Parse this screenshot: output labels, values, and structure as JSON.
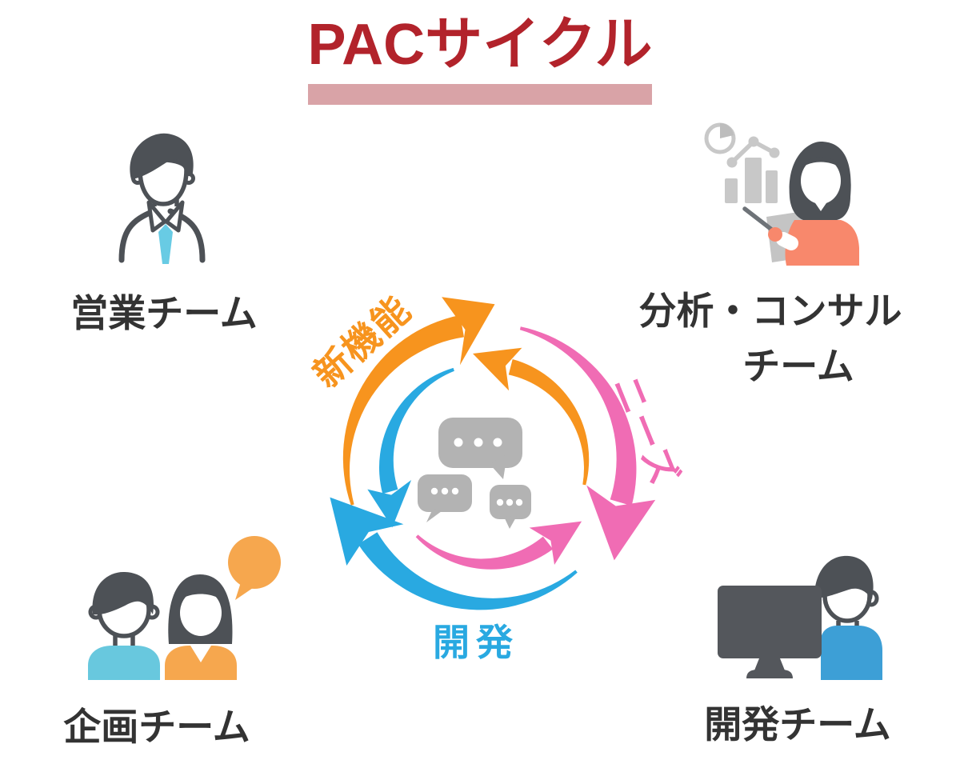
{
  "title": "PACサイクル",
  "teams": {
    "sales": {
      "label": "営業チーム",
      "icon": "businessman-icon"
    },
    "analysis": {
      "label_line1": "分析・コンサル",
      "label_line2": "チーム",
      "icon": "analyst-woman-icon"
    },
    "planning": {
      "label": "企画チーム",
      "icon": "two-people-icon"
    },
    "development": {
      "label": "開発チーム",
      "icon": "person-at-computer-icon"
    }
  },
  "cycle": {
    "flows": [
      {
        "label": "新機能",
        "color": "#F7941E"
      },
      {
        "label": "ニーズ",
        "color": "#F06CB4"
      },
      {
        "label": "開発",
        "color": "#29A9E1"
      }
    ],
    "center_icon": "chat-bubbles-icon"
  },
  "colors": {
    "title": "#B2232B",
    "title_underline": "#D9A3A7",
    "label_text": "#333333",
    "icon_dark": "#4D5156",
    "bubble_gray": "#B3B3B3",
    "cyan": "#68CBE4",
    "light_orange": "#F6A74E",
    "salmon": "#F8886C",
    "dev_blue": "#3D9FD6",
    "chart_gray": "#C8C8C8"
  }
}
